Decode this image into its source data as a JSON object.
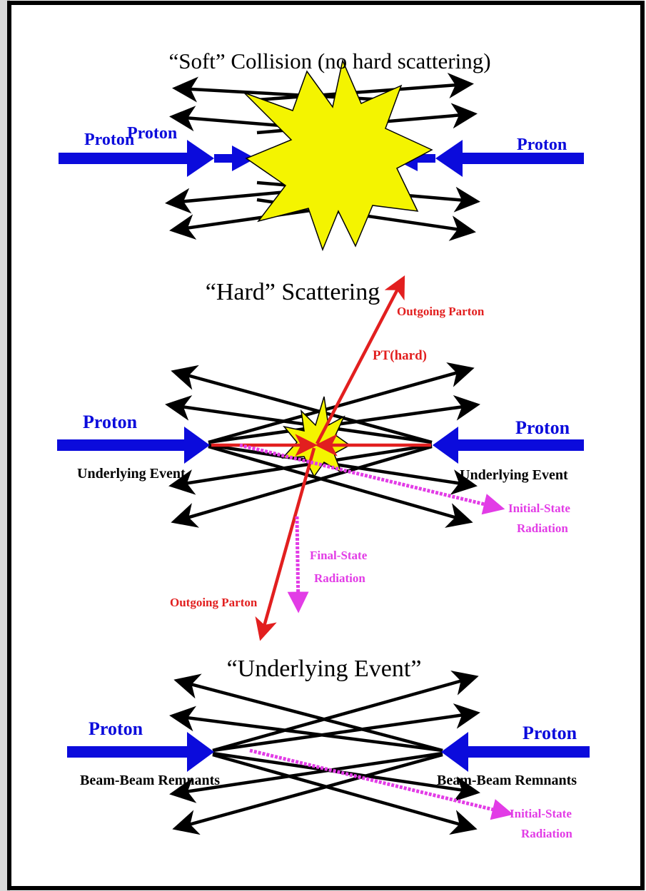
{
  "colors": {
    "beam": "#0b0bdc",
    "black_arrow": "#000000",
    "parton": "#e21f1f",
    "radiation": "#e23ce6",
    "star_fill": "#f4f400",
    "star_stroke": "#000000",
    "frame": "#000000",
    "side_shadow": "#d6d6d6"
  },
  "panels": {
    "soft": {
      "title": "“Soft” Collision (no hard scattering)",
      "left_proton": "Proton",
      "left_proton_inner": "Proton",
      "right_proton": "Proton"
    },
    "hard": {
      "title": "“Hard” Scattering",
      "left_proton": "Proton",
      "right_proton": "Proton",
      "left_underlying": "Underlying Event",
      "right_underlying": "Underlying Event",
      "outgoing_parton_top": "Outgoing Parton",
      "pt_hard": "PT(hard)",
      "outgoing_parton_bottom": "Outgoing Parton",
      "fsr_line1": "Final-State",
      "fsr_line2": "Radiation",
      "isr_line1": "Initial-State",
      "isr_line2": "Radiation"
    },
    "underlying": {
      "title": "“Underlying Event”",
      "left_proton": "Proton",
      "right_proton": "Proton",
      "left_remnants": "Beam-Beam Remnants",
      "right_remnants": "Beam-Beam Remnants",
      "isr_line1": "Initial-State",
      "isr_line2": "Radiation"
    }
  }
}
